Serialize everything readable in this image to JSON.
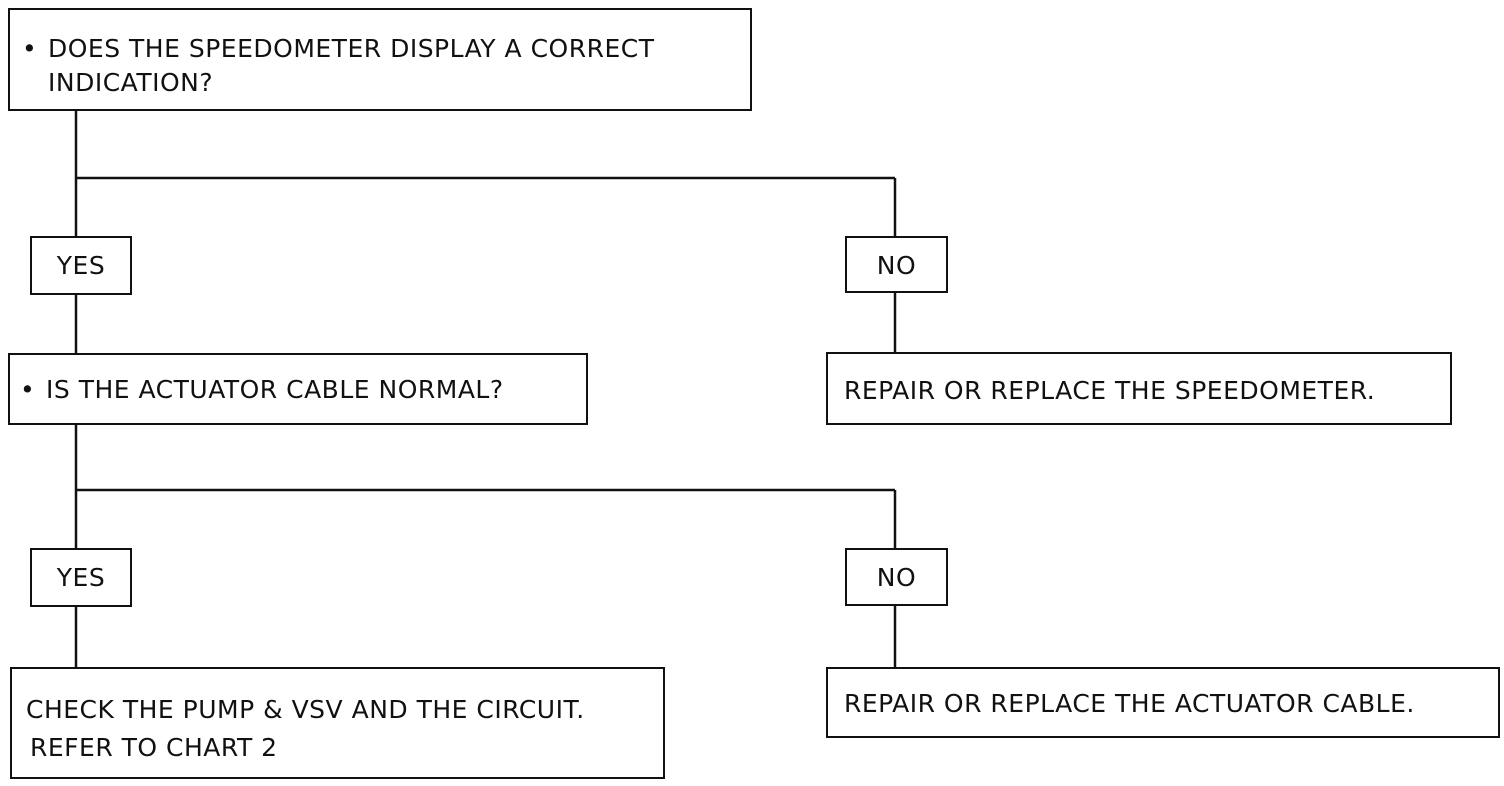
{
  "flowchart": {
    "question_1": {
      "bullet": "•",
      "line1": "DOES THE SPEEDOMETER DISPLAY A CORRECT",
      "line2": "INDICATION?"
    },
    "q1_yes_label": "YES",
    "q1_no_label": "NO",
    "q1_no_action": "REPAIR OR REPLACE THE SPEEDOMETER.",
    "question_2": {
      "bullet": "•",
      "text": "IS THE ACTUATOR CABLE NORMAL?"
    },
    "q2_yes_label": "YES",
    "q2_no_label": "NO",
    "q2_yes_action": {
      "line1": "CHECK THE PUMP & VSV AND THE CIRCUIT.",
      "line2": "REFER TO CHART 2"
    },
    "q2_no_action": "REPAIR OR REPLACE THE ACTUATOR CABLE."
  }
}
